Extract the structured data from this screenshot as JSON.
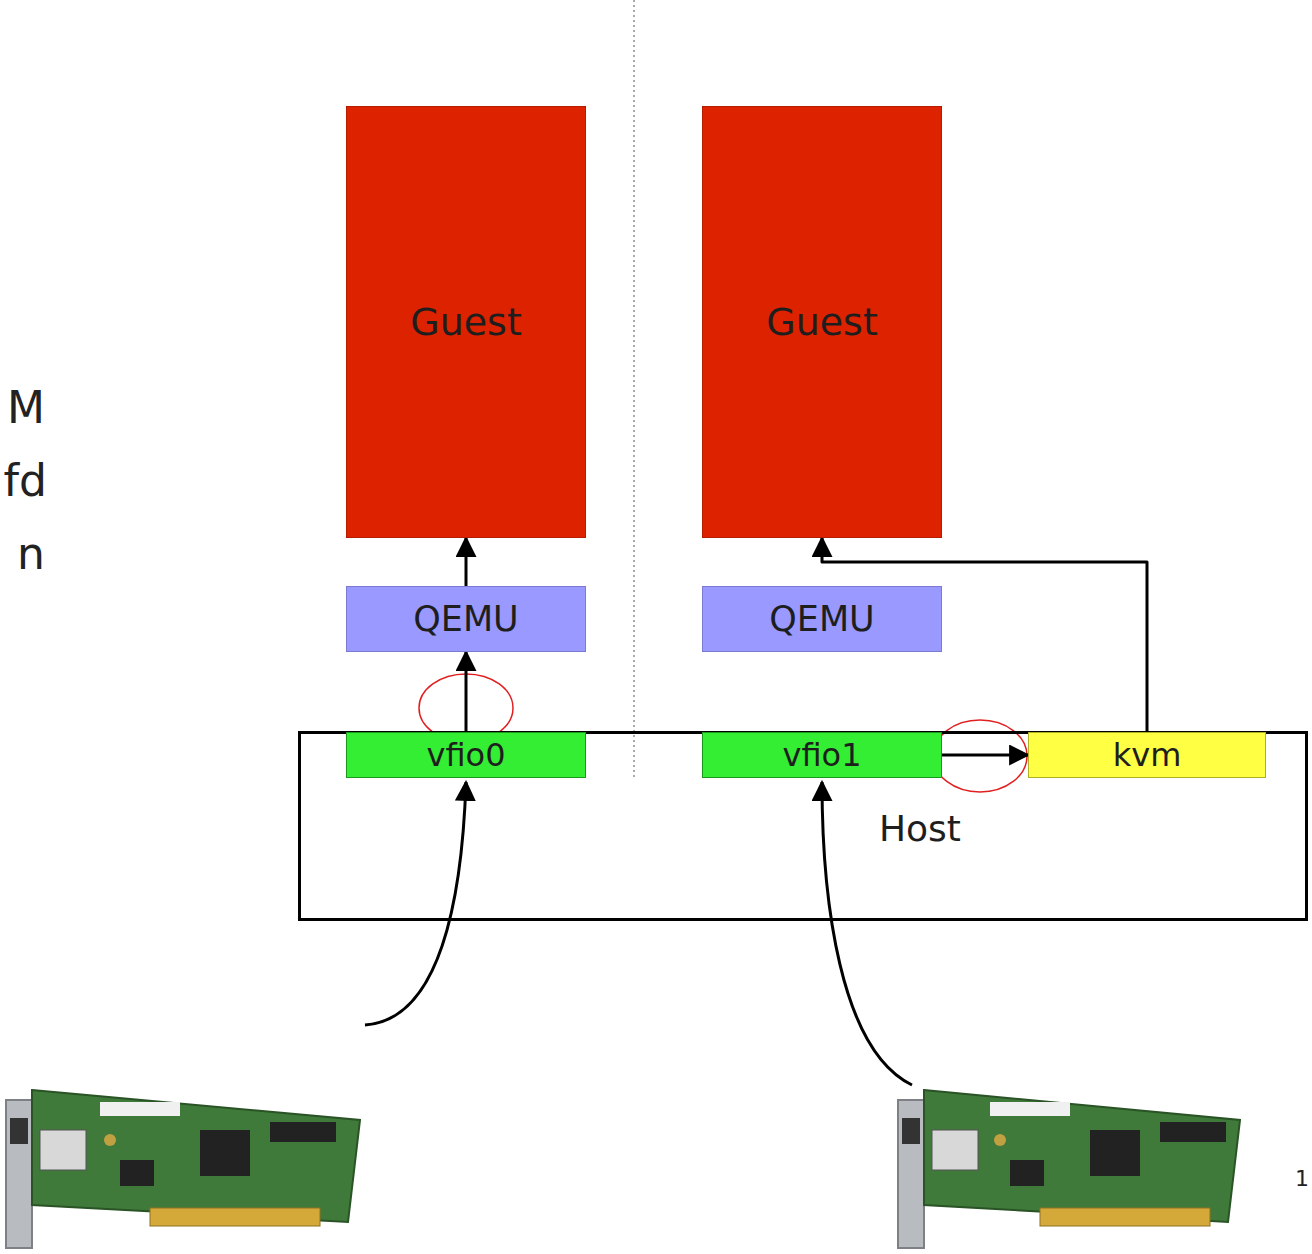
{
  "diagram": {
    "nodes": [
      {
        "text": [
          "Guest"
        ]
      },
      {
        "text": [
          "Guest"
        ]
      },
      {
        "text": [
          "QEMU"
        ]
      },
      {
        "text": [
          "QEMU"
        ]
      },
      {
        "text": [
          "Host"
        ]
      },
      {
        "text": [
          "vfio0"
        ],
        "in": 4
      },
      {
        "text": [
          "vfio1"
        ],
        "in": 4
      },
      {
        "text": [
          "kvm"
        ],
        "in": 4
      }
    ],
    "edges": [
      {
        "from": 5,
        "to": 2,
        "arrow": "to"
      },
      {
        "from": 2,
        "to": 0,
        "arrow": "to"
      },
      {
        "from": 6,
        "to": 7,
        "arrow": "to"
      },
      {
        "from": 7,
        "to": 1,
        "arrow": "to"
      }
    ],
    "labels": [
      "M",
      "fd",
      "n",
      "1"
    ]
  }
}
